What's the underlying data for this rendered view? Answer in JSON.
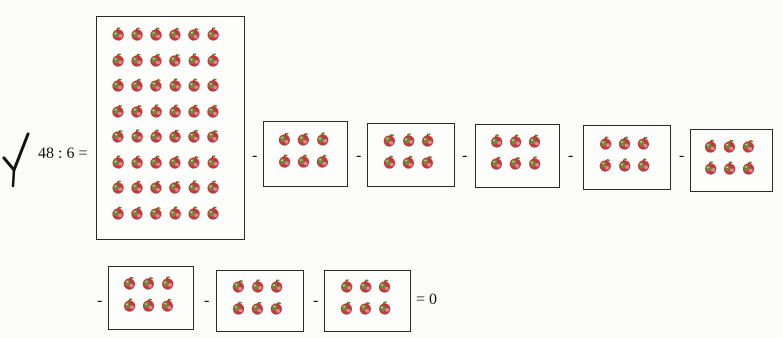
{
  "equation": {
    "expression": "48 : 6 =",
    "result": "= 0",
    "minus_sign": "-",
    "total_items": 48,
    "group_size": 6,
    "groups_subtracted": 8,
    "group_layout": {
      "rows": 2,
      "cols": 3
    },
    "big_box_layout": {
      "rows": 8,
      "cols": 6
    }
  },
  "colors": {
    "apple_red": "#c7363b",
    "apple_green": "#5a9a3a",
    "apple_pink": "#e58f9a",
    "border": "#2a2a2a"
  },
  "icons": {
    "item": "apple-icon",
    "mark": "checkmark-icon"
  }
}
